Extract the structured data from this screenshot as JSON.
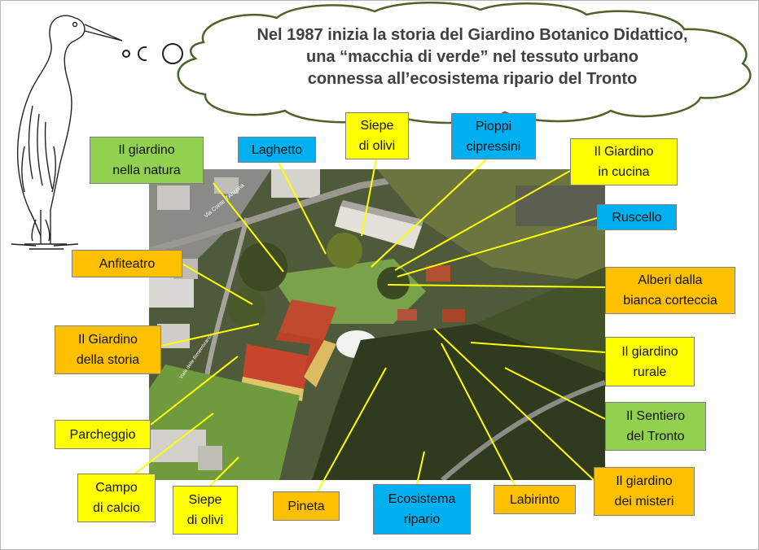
{
  "thought": {
    "lines": [
      "Nel 1987 inizia la storia del  Giardino Botanico Didattico,",
      "una “macchia di verde” nel tessuto urbano",
      "connessa all’ecosistema ripario del Tronto"
    ]
  },
  "labels": {
    "giardino_natura": "Il giardino\nnella natura",
    "laghetto": "Laghetto",
    "siepe_olivi_top": "Siepe\ndi olivi",
    "pioppi": "Pioppi\ncipressini",
    "giardino_cucina": "Il Giardino\nin cucina",
    "ruscello": "Ruscello",
    "anfiteatro": "Anfiteatro",
    "alberi": "Alberi dalla\nbianca corteccia",
    "giardino_storia": "Il Giardino\ndella storia",
    "giardino_rurale": "Il giardino\nrurale",
    "parcheggio": "Parcheggio",
    "sentiero": "Il Sentiero\ndel Tronto",
    "campo": "Campo\ndi calcio",
    "siepe_olivi_bottom": "Siepe\ndi olivi",
    "pineta": "Pineta",
    "ecosistema": "Ecosistema\nripario",
    "labirinto": "Labirinto",
    "misteri": "Il giardino\ndei misteri"
  },
  "photo_labels": {
    "road_1": "Via Conte d'Ancona",
    "road_2": "Viale delle Rimembranze"
  },
  "colors": {
    "green": "#92d050",
    "yellow": "#ffff00",
    "blue": "#00b0f0",
    "orange": "#ffc000",
    "pointer": "#ffff00",
    "cloud_border": "#4f6228"
  }
}
